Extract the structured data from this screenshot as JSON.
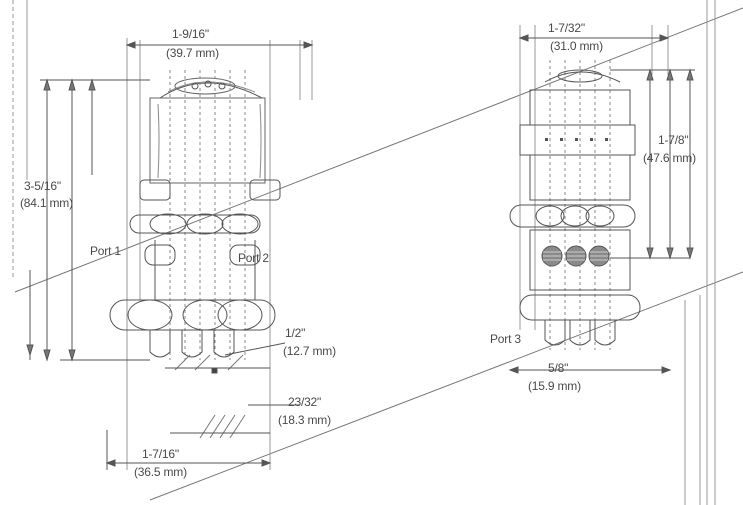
{
  "drawing": {
    "colors": {
      "line": "#555555",
      "light": "#9a9a9a",
      "fill": "#8a8a8a"
    },
    "left_view": {
      "top_width": {
        "inch": "1-9/16\"",
        "mm": "(39.7 mm)"
      },
      "height": {
        "inch": "3-5/16\"",
        "mm": "(84.1 mm)"
      },
      "port_1": "Port 1",
      "port_2": "Port 2",
      "inner_offset": {
        "inch": "1/2\"",
        "mm": "(12.7 mm)"
      },
      "mid_width": {
        "inch": "23/32\"",
        "mm": "(18.3 mm)"
      },
      "base_width": {
        "inch": "1-7/16\"",
        "mm": "(36.5 mm)"
      }
    },
    "right_view": {
      "top_width": {
        "inch": "1-7/32\"",
        "mm": "(31.0 mm)"
      },
      "height": {
        "inch": "1-7/8\"",
        "mm": "(47.6 mm)"
      },
      "port_3": "Port 3",
      "offset": {
        "inch": "5/8\"",
        "mm": "(15.9 mm)"
      }
    }
  }
}
